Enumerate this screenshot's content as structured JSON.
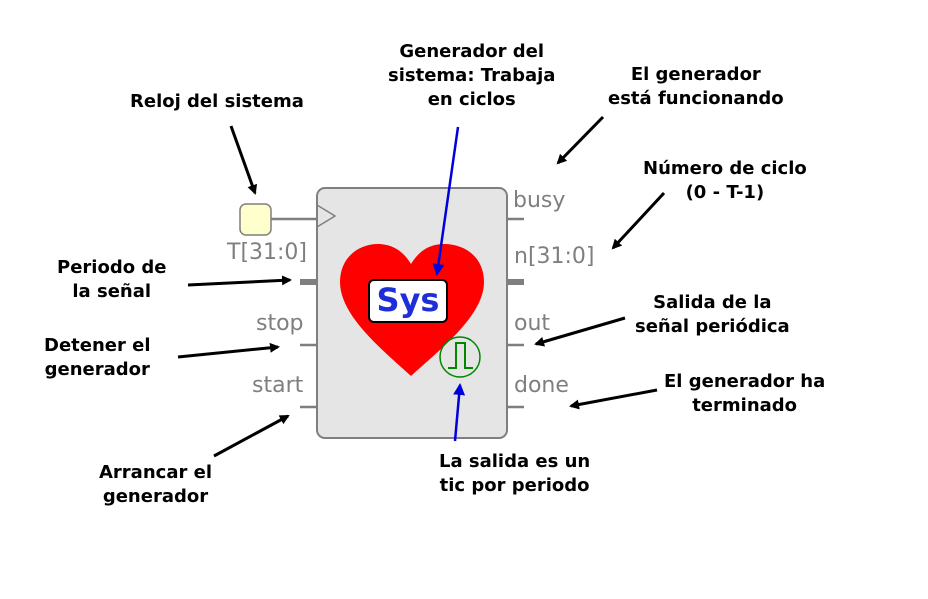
{
  "block": {
    "name": "Sys",
    "pins_in": {
      "clock": "",
      "period": "T[31:0]",
      "stop": "stop",
      "start": "start"
    },
    "pins_out": {
      "busy": "busy",
      "count": "n[31:0]",
      "out": "out",
      "done": "done"
    }
  },
  "annotations": {
    "clock": "Reloj del sistema",
    "generator": "Generador del\nsistema: Trabaja\nen ciclos",
    "busy": "El generador\nestá funcionando",
    "count": "Número de ciclo\n(0 - T-1)",
    "period": "Periodo de\nla señal",
    "out": "Salida de la\nseñal periódica",
    "stop": "Detener el\ngenerador",
    "done": "El generador ha\nterminado",
    "start": "Arrancar el\ngenerador",
    "tick": "La salida es un\ntic por periodo"
  },
  "colors": {
    "block_fill": "#e5e5e5",
    "block_stroke": "#7f7f7f",
    "heart": "#ff0000",
    "pointer_blue": "#0000dd",
    "pulse_green": "#008800",
    "clock_fill": "#ffffcc",
    "pin_text": "#7f7f7f"
  },
  "icons": {
    "heart": "heart-icon",
    "pulse": "pulse-icon",
    "clock_input": "clock-triangle-icon"
  }
}
